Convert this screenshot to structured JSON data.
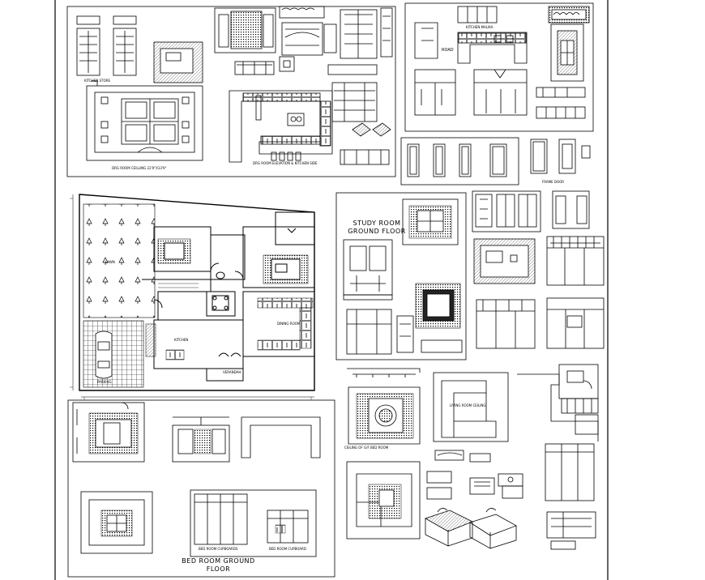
{
  "drawing": {
    "line_color": "#000000",
    "background": "#ffffff",
    "hatch_color": "#555555"
  },
  "labels": {
    "kitchen_store": "KITCHEN   STORE",
    "dining_ceiling": "DRG ROOM CEILLING  22'0\"X13'9\"",
    "kitchen_elevation": "DRG ROOM ELEVATION & KITCHEN SIDE",
    "kitchen_malika": "KITCHEN MALIKA",
    "road": "ROAD",
    "frame_door": "FRAME  DOOR",
    "study_room_line1": "STUDY ROOM",
    "study_room_line2": "GROUND FLOOR",
    "living_room_ceiling": "LIVING ROOM CEILING",
    "ceiling_of_bed_room": "CEILING OF G/F BED ROOM",
    "bed_room_line1": "BED ROOM GROUND",
    "bed_room_line2": "FLOOR",
    "bed_room_cupboards": "BED ROOM CUPBOARDS",
    "bed_room_cupboard": "BED ROOM CUPBOARD",
    "dining_room": "DINING ROOM",
    "kitchen": "KITCHEN",
    "lawn": "LAWN",
    "parking": "PARKING",
    "verandah": "VERANDAH"
  }
}
